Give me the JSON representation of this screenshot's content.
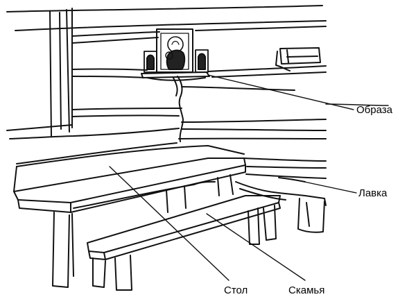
{
  "labels": {
    "obraza": "Образа",
    "lavka": "Лавка",
    "stol": "Стол",
    "skamya": "Скамья"
  }
}
